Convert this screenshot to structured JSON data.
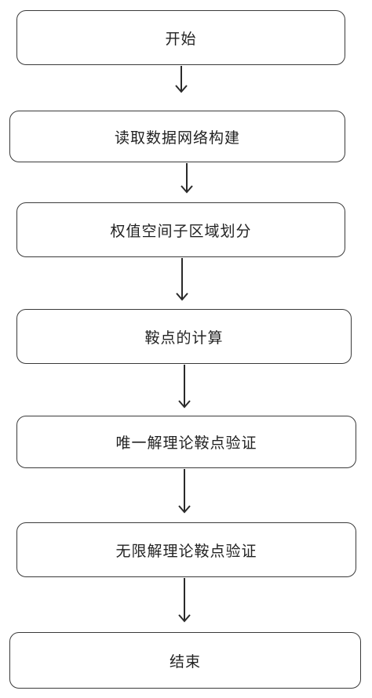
{
  "flowchart": {
    "steps": [
      "开始",
      "读取数据网络构建",
      "权值空间子区域划分",
      "鞍点的计算",
      "唯一解理论鞍点验证",
      "无限解理论鞍点验证",
      "结束"
    ]
  }
}
